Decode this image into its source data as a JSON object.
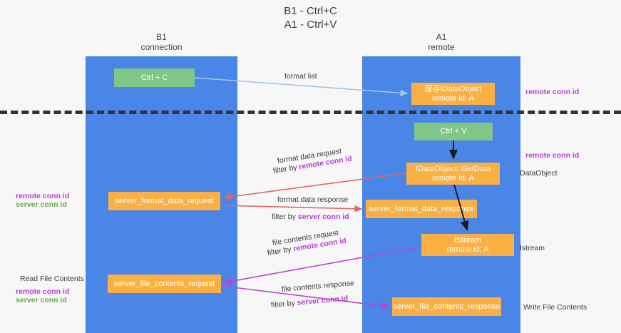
{
  "title": {
    "line1": "B1 - Ctrl+C",
    "line2": "A1 - Ctrl+V"
  },
  "lanes": [
    {
      "id": "b1",
      "line1": "B1",
      "line2": "connection",
      "color": "#4a86e8"
    },
    {
      "id": "a1",
      "line1": "A1",
      "line2": "remote",
      "color": "#4a86e8"
    }
  ],
  "nodes": {
    "ctrl_c": {
      "line1": "Ctrl + C",
      "line2": "",
      "color": "#7fc687"
    },
    "idataobject": {
      "line1": "保存IDataObject",
      "line2": "remote id: A",
      "color": "#fbb044"
    },
    "ctrl_v": {
      "line1": "Ctrl + V",
      "line2": "",
      "color": "#7fc687"
    },
    "getdata": {
      "line1": "IDataObject::GetData",
      "line2": "remote id: A",
      "color": "#fbb044"
    },
    "sfd_request": {
      "line1": "server_format_data_request",
      "line2": "",
      "color": "#fbb044"
    },
    "sfd_response": {
      "line1": "server_format_data_response",
      "line2": "",
      "color": "#fbb044"
    },
    "istream": {
      "line1": "IStream",
      "line2": "remote id: A",
      "color": "#fbb044"
    },
    "sfc_request": {
      "line1": "server_file_contents_request",
      "line2": "",
      "color": "#fbb044"
    },
    "sfc_response": {
      "line1": "server_file_contents_response",
      "line2": "",
      "color": "#fbb044"
    }
  },
  "edges": {
    "format_list": {
      "text": "format list",
      "color": "#a3c6ea"
    },
    "fd_request_l1": {
      "text": "format data request"
    },
    "fd_request_l2a": {
      "text": "filter by "
    },
    "fd_request_l2b": {
      "text": "remote conn id"
    },
    "fd_response_l1": {
      "text": "format data response"
    },
    "fd_response_l2a": {
      "text": "filter by "
    },
    "fd_response_l2b": {
      "text": "server conn id"
    },
    "fc_request_l1": {
      "text": "file contents request"
    },
    "fc_request_l2a": {
      "text": "filter by "
    },
    "fc_request_l2b": {
      "text": "remote conn id"
    },
    "fc_response_l1": {
      "text": "file contents response"
    },
    "fc_response_l2a": {
      "text": "filter by "
    },
    "fc_response_l2b": {
      "text": "server conn id"
    }
  },
  "annotations": {
    "right_remote_conn_id_1": "remote conn id",
    "right_remote_conn_id_2": "remote conn id",
    "right_dataobject": "DataObject",
    "right_istream": "Istream",
    "right_write_file_contents": "Write File Contents",
    "left_remote_conn_id_1": "remote conn id",
    "left_server_conn_id_1": "server conn id",
    "left_read_file_contents": "Read File Contents",
    "left_remote_conn_id_2": "remote conn id",
    "left_server_conn_id_2": "server conn id"
  },
  "colors": {
    "lane": "#4a86e8",
    "node_green": "#7fc687",
    "node_orange": "#fbb044",
    "arrow_blue": "#a3c6ea",
    "arrow_red": "#e06666",
    "arrow_black": "#1a1a1a",
    "arrow_magenta": "#c043d0",
    "highlight_purple": "#b83fd4",
    "highlight_green": "#6aa84f",
    "background": "#f7f7f7",
    "divider": "#333333"
  }
}
